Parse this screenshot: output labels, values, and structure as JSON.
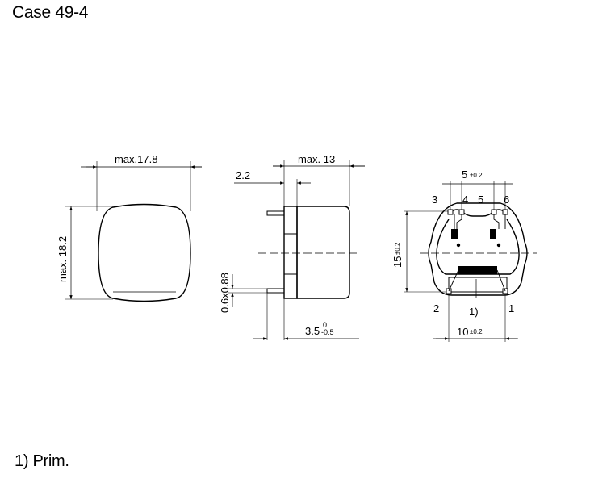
{
  "page": {
    "title": "Case 49-4",
    "footnote": "1) Prim."
  },
  "front_view": {
    "width_label": "max.17.8",
    "height_label": "max. 18.2"
  },
  "side_view": {
    "depth_label": "max. 13",
    "pin_offset_label": "2.2",
    "pin_size_label": "0.6x0.88",
    "pin_length_label": "3.5",
    "pin_length_tol_upper": "0",
    "pin_length_tol_lower": "-0.5"
  },
  "bottom_view": {
    "top_spacing_value": "5",
    "top_spacing_tol": "±0.2",
    "height_value": "15",
    "height_tol": "±0.2",
    "bottom_spacing_value": "10",
    "bottom_spacing_tol": "±0.2",
    "pin_labels": [
      "3",
      "4",
      "5",
      "6",
      "2",
      "1"
    ],
    "primary_marker": "1)"
  }
}
